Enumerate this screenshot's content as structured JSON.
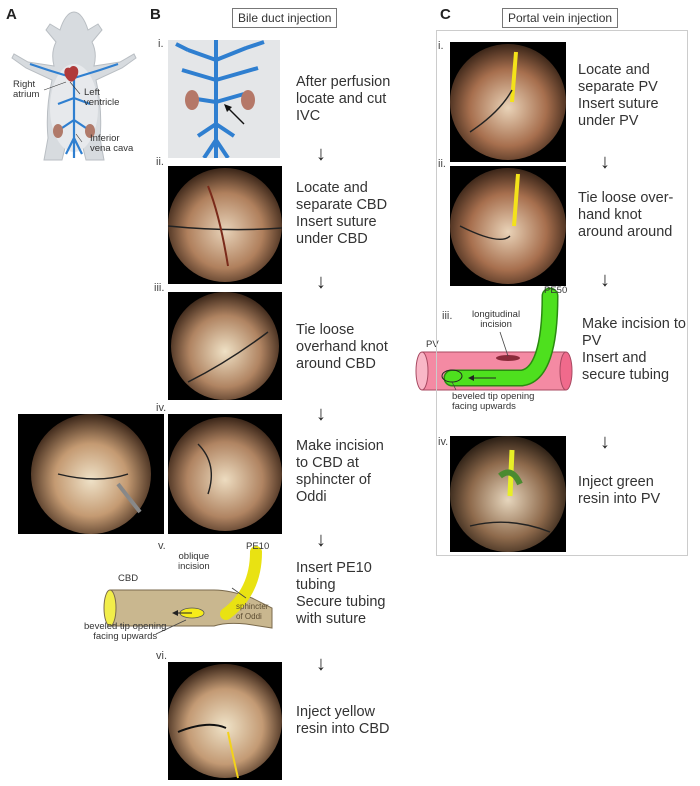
{
  "panels": {
    "a": {
      "letter": "A",
      "labels": {
        "right_atrium": "Right\natrium",
        "left_ventricle": "Left\nventricle",
        "ivc": "Inferior\nvena cava"
      }
    },
    "b": {
      "letter": "B",
      "title": "Bile duct injection",
      "steps": [
        {
          "num": "i.",
          "text": "After perfusion\nlocate and cut\nIVC"
        },
        {
          "num": "ii.",
          "text": "Locate and\nseparate CBD\nInsert suture\nunder CBD"
        },
        {
          "num": "iii.",
          "text": "Tie loose\noverhand knot\naround CBD"
        },
        {
          "num": "iv.",
          "text": "Make incision\nto CBD at\nsphincter of\nOddi"
        },
        {
          "num": "v.",
          "text": "Insert PE10\ntubing\nSecure tubing\nwith suture"
        },
        {
          "num": "vi.",
          "text": "Inject yellow\nresin into CBD"
        }
      ],
      "diagram": {
        "tube": "PE10",
        "oblique": "oblique\nincision",
        "duct": "CBD",
        "sphincter": "sphincter\nof Oddi",
        "tip": "beveled tip opening\nfacing upwards"
      }
    },
    "c": {
      "letter": "C",
      "title": "Portal vein injection",
      "steps": [
        {
          "num": "i.",
          "text": "Locate and\nseparate PV\nInsert suture\nunder PV"
        },
        {
          "num": "ii.",
          "text": "Tie loose over-\nhand knot\naround around"
        },
        {
          "num": "iii.",
          "text": "Make incision to\nPV\nInsert and\nsecure tubing"
        },
        {
          "num": "iv.",
          "text": "Inject green\nresin into PV"
        }
      ],
      "diagram": {
        "tube": "PE50",
        "long": "longitudinal\nincision",
        "vessel": "PV",
        "tip": "beveled tip opening\nfacing upwards"
      }
    }
  },
  "arrow_glyph": "↓",
  "colors": {
    "vessel_blue": "#2f7fd0",
    "resin_yellow": "#f6ec1a",
    "resin_green": "#4ee01e",
    "pv_pink": "#f06a8c",
    "cbd_tan": "#c9b78f"
  }
}
